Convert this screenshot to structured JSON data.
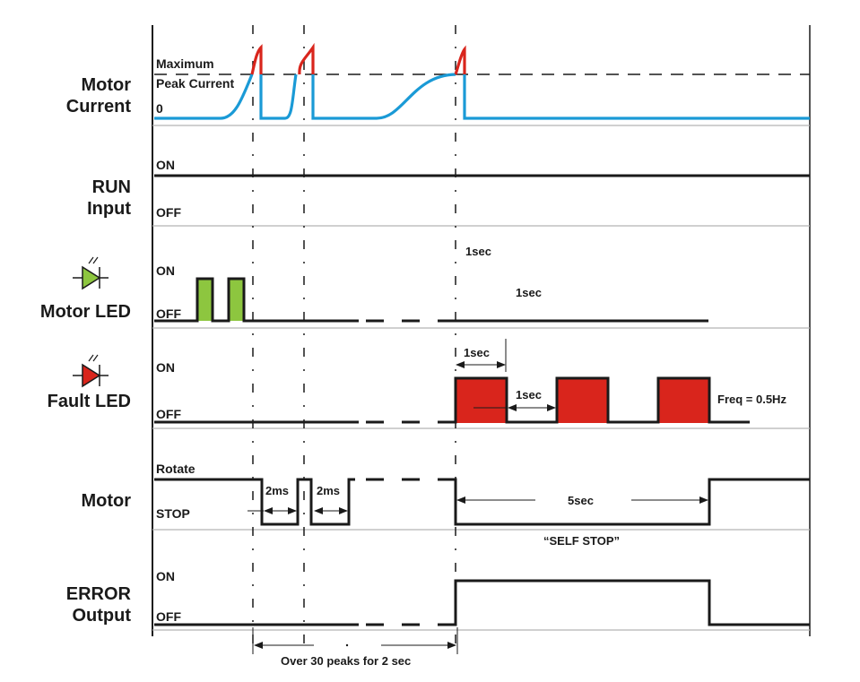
{
  "diagram": {
    "title": "Motor protection timing diagram",
    "rows": [
      {
        "id": "motor-current",
        "label_lines": [
          "Motor",
          "Current"
        ],
        "states": {
          "top": "Maximum",
          "top2": "Peak Current",
          "bottom": "0"
        }
      },
      {
        "id": "run-input",
        "label_lines": [
          "RUN",
          "Input"
        ],
        "states": {
          "top": "ON",
          "bottom": "OFF"
        }
      },
      {
        "id": "motor-led",
        "label_lines": [
          "Motor LED"
        ],
        "states": {
          "top": "ON",
          "bottom": "OFF"
        },
        "icon": "led-icon",
        "icon_color": "#8dc63f"
      },
      {
        "id": "fault-led",
        "label_lines": [
          "Fault LED"
        ],
        "states": {
          "top": "ON",
          "bottom": "OFF"
        },
        "icon": "led-icon",
        "icon_color": "#d9251c"
      },
      {
        "id": "motor",
        "label_lines": [
          "Motor"
        ],
        "states": {
          "top": "Rotate",
          "bottom": "STOP"
        }
      },
      {
        "id": "error-output",
        "label_lines": [
          "ERROR",
          "Output"
        ],
        "states": {
          "top": "ON",
          "bottom": "OFF"
        }
      }
    ],
    "annotations": {
      "motor_led_1sec_a": "1sec",
      "motor_led_1sec_b": "1sec",
      "fault_on_time": "1sec",
      "fault_off_time": "1sec",
      "fault_freq": "Freq = 0.5Hz",
      "motor_stop_1": "2ms",
      "motor_stop_2": "2ms",
      "self_stop_time": "5sec",
      "self_stop_label": "“SELF STOP”",
      "detection_window": "Over 30 peaks for 2 sec"
    },
    "colors": {
      "current_normal": "#1a9ad6",
      "current_over": "#d9251c",
      "motor_led": "#8dc63f",
      "fault_led": "#d9251c",
      "trace": "#1a1a1a",
      "divider": "#b3b3b3"
    }
  }
}
